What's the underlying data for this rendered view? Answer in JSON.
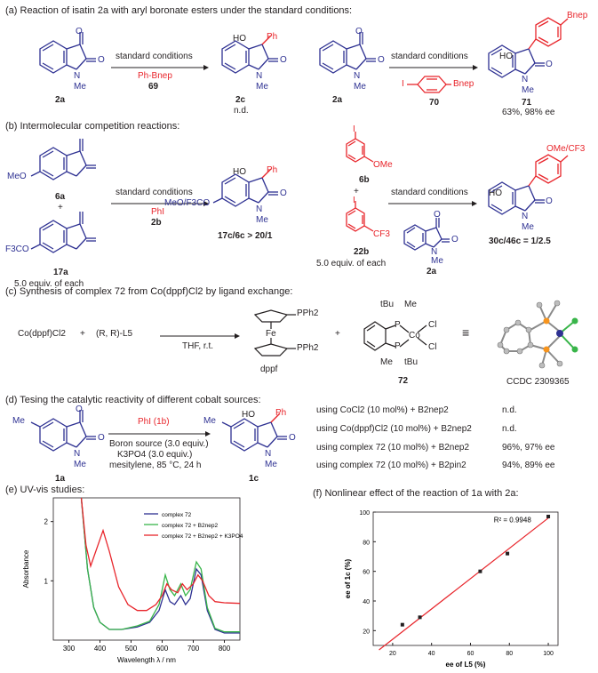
{
  "a": {
    "header": "(a) Reaction of isatin 2a with aryl boronate esters under the standard conditions:",
    "cond1": "standard conditions",
    "reag1": "Ph-Bnep",
    "reag1_num": "69",
    "sm1": "2a",
    "prod1": "2c",
    "prod1_res": "n.d.",
    "cond2": "standard conditions",
    "reag2_num": "70",
    "sm2": "2a",
    "prod2": "71",
    "prod2_res": "63%, 98% ee",
    "bnep": "Bnep",
    "ph": "Ph",
    "ho": "HO",
    "me": "Me",
    "i": "I"
  },
  "b": {
    "header": "(b) Intermolecular competition reactions:",
    "sub1": "6a",
    "sub2": "17a",
    "plus": "+",
    "equiv1": "5.0 equiv. of each",
    "meo": "MeO",
    "f3co": "F3CO",
    "cond1": "standard conditions",
    "reag1": "PhI",
    "reag1_num": "2b",
    "prod1_sub": "MeO/F3CO",
    "prod1_ratio": "17c/6c > 20/1",
    "r1": "6b",
    "r2": "22b",
    "ome": "OMe",
    "cf3": "CF3",
    "equiv2": "5.0 equiv. of each",
    "cond2": "standard conditions",
    "sm3": "2a",
    "prod2_sub": "OMe/CF3",
    "prod2_ratio": "30c/46c = 1/2.5"
  },
  "c": {
    "header": "(c) Synthesis of complex 72 from Co(dppf)Cl2 by ligand exchange:",
    "start": "Co(dppf)Cl2",
    "plus": "+",
    "ligand": "(R, R)-L5",
    "cond": "THF, r.t.",
    "pph2a": "PPh2",
    "pph2b": "PPh2",
    "fe": "Fe",
    "dppf": "dppf",
    "plus2": "+",
    "tbu1": "tBu",
    "tbu2": "tBu",
    "me1": "Me",
    "me2": "Me",
    "p": "P",
    "co": "Co",
    "cl": "Cl",
    "complex": "72",
    "ccdc": "CCDC 2309365"
  },
  "d": {
    "header": "(d) Tesing the catalytic reactivity of different cobalt sources:",
    "sm": "1a",
    "reag": "PhI (1b)",
    "cond1": "Boron source (3.0 equiv.)",
    "cond2": "K3PO4 (3.0 equiv.)",
    "cond3": "mesitylene, 85 °C, 24 h",
    "prod": "1c",
    "rows": [
      {
        "cond": "using CoCl2 (10 mol%) + B2nep2",
        "res": "n.d."
      },
      {
        "cond": "using Co(dppf)Cl2 (10 mol%) + B2nep2",
        "res": "n.d."
      },
      {
        "cond": "using complex 72 (10 mol%) + B2nep2",
        "res": "96%, 97% ee"
      },
      {
        "cond": "using complex 72 (10 mol%) + B2pin2",
        "res": "94%, 89% ee"
      }
    ]
  },
  "e": {
    "header": "(e) UV-vis studies:",
    "chart_data": {
      "type": "line",
      "xlabel": "Wavelength  λ / nm",
      "ylabel": "Absorbance",
      "xlim": [
        250,
        850
      ],
      "ylim": [
        0,
        2.4
      ],
      "xticks": [
        300,
        400,
        500,
        600,
        700,
        800
      ],
      "yticks": [
        1,
        2
      ],
      "legend": "top-right",
      "series": [
        {
          "name": "complex 72",
          "color": "#2e3192",
          "points": [
            [
              340,
              2.4
            ],
            [
              360,
              1.2
            ],
            [
              380,
              0.55
            ],
            [
              400,
              0.3
            ],
            [
              430,
              0.18
            ],
            [
              470,
              0.18
            ],
            [
              520,
              0.22
            ],
            [
              560,
              0.3
            ],
            [
              590,
              0.5
            ],
            [
              610,
              0.85
            ],
            [
              625,
              0.65
            ],
            [
              640,
              0.6
            ],
            [
              660,
              0.75
            ],
            [
              675,
              0.6
            ],
            [
              690,
              0.7
            ],
            [
              710,
              1.2
            ],
            [
              725,
              1.1
            ],
            [
              745,
              0.5
            ],
            [
              770,
              0.18
            ],
            [
              800,
              0.12
            ],
            [
              850,
              0.12
            ]
          ]
        },
        {
          "name": "complex 72 + B2nep2",
          "color": "#39b54a",
          "points": [
            [
              340,
              2.4
            ],
            [
              360,
              1.2
            ],
            [
              380,
              0.55
            ],
            [
              400,
              0.3
            ],
            [
              430,
              0.18
            ],
            [
              470,
              0.18
            ],
            [
              520,
              0.24
            ],
            [
              560,
              0.32
            ],
            [
              590,
              0.6
            ],
            [
              610,
              1.1
            ],
            [
              625,
              0.85
            ],
            [
              640,
              0.75
            ],
            [
              660,
              0.95
            ],
            [
              675,
              0.75
            ],
            [
              690,
              0.85
            ],
            [
              710,
              1.32
            ],
            [
              725,
              1.2
            ],
            [
              745,
              0.55
            ],
            [
              770,
              0.2
            ],
            [
              800,
              0.14
            ],
            [
              850,
              0.14
            ]
          ]
        },
        {
          "name": "complex 72 + B2nep2 + K3PO4",
          "color": "#e8252b",
          "points": [
            [
              340,
              2.4
            ],
            [
              355,
              1.6
            ],
            [
              370,
              1.25
            ],
            [
              390,
              1.55
            ],
            [
              410,
              1.85
            ],
            [
              430,
              1.5
            ],
            [
              460,
              0.9
            ],
            [
              490,
              0.6
            ],
            [
              520,
              0.5
            ],
            [
              550,
              0.5
            ],
            [
              580,
              0.6
            ],
            [
              600,
              0.75
            ],
            [
              615,
              0.95
            ],
            [
              630,
              0.85
            ],
            [
              650,
              0.8
            ],
            [
              665,
              0.95
            ],
            [
              680,
              0.85
            ],
            [
              700,
              0.95
            ],
            [
              715,
              1.1
            ],
            [
              730,
              1.0
            ],
            [
              750,
              0.75
            ],
            [
              770,
              0.65
            ],
            [
              800,
              0.63
            ],
            [
              850,
              0.62
            ]
          ]
        }
      ]
    }
  },
  "f": {
    "header": "(f) Nonlinear effect of the reaction of 1a with 2a:",
    "chart_data": {
      "type": "scatter",
      "xlabel": "ee of L5 (%)",
      "ylabel": "ee of 1c (%)",
      "xlim": [
        10,
        105
      ],
      "ylim": [
        10,
        100
      ],
      "xticks": [
        20,
        40,
        60,
        80,
        100
      ],
      "yticks": [
        20,
        40,
        60,
        80,
        100
      ],
      "r2": "R² = 0.9948",
      "x": [
        25,
        34,
        65,
        79,
        100
      ],
      "y": [
        24,
        29,
        60,
        72,
        97
      ],
      "fit": [
        [
          13,
          7
        ],
        [
          100,
          96
        ]
      ]
    }
  }
}
